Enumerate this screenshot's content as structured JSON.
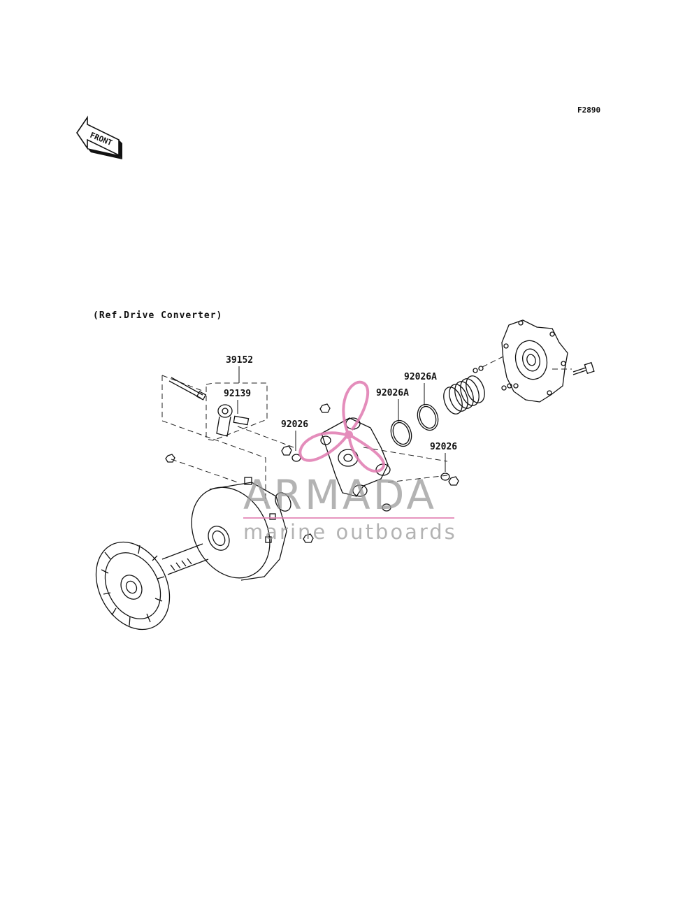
{
  "figure_code": "F2890",
  "front_arrow_label": "FRONT",
  "reference_note": "(Ref.Drive Converter)",
  "callouts": {
    "c39152": "39152",
    "c92139": "92139",
    "c92026_left": "92026",
    "c92026A_a": "92026A",
    "c92026A_b": "92026A",
    "c92026_right": "92026"
  },
  "watermark": {
    "title": "ARMADA",
    "subtitle": "marine outboards",
    "accent_color": "#e07ab0",
    "text_color": "#9a9a9a"
  }
}
